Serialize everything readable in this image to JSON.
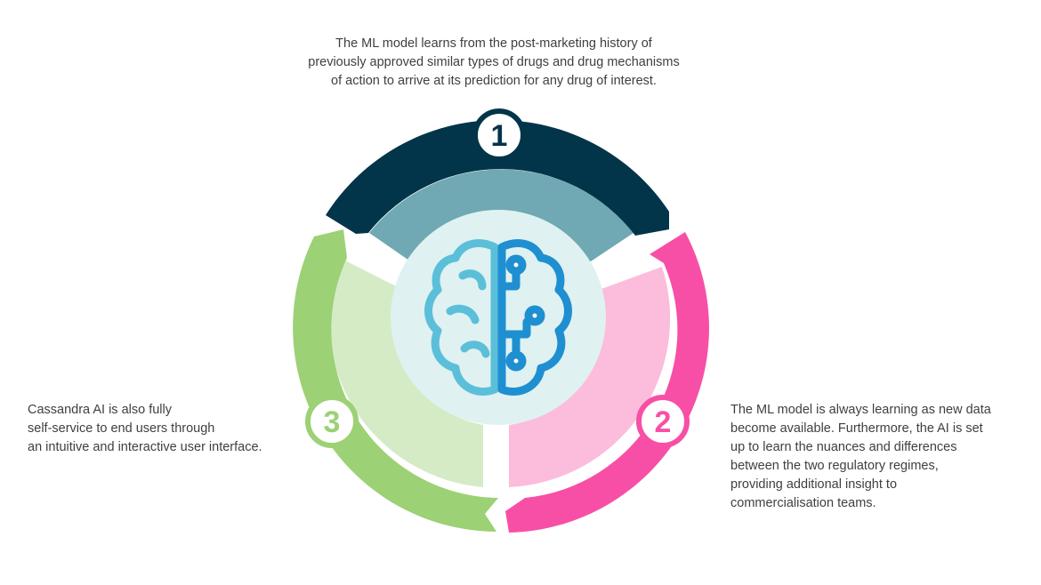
{
  "steps": [
    {
      "number": "1",
      "color": "#023549",
      "inner_color": "#70a9b4",
      "lines": [
        "The ML model learns from the post-marketing history of",
        "previously approved similar types of drugs and drug mechanisms",
        "of action to arrive at its prediction for any drug of interest."
      ]
    },
    {
      "number": "2",
      "color": "#f84fa6",
      "inner_color": "#fcbcdb",
      "lines": [
        "The ML model is always learning as new data",
        "become available. Furthermore, the AI is set",
        "up to learn the nuances and differences",
        "between the  two regulatory regimes,",
        "providing additional insight to",
        "commercialisation teams."
      ]
    },
    {
      "number": "3",
      "color": "#9cd175",
      "inner_color": "#d5ebc6",
      "lines": [
        "Cassandra AI is also fully",
        "self-service to end users through",
        "an intuitive and interactive user interface."
      ]
    }
  ],
  "center": {
    "icon": "brain-circuit-icon",
    "bg_color": "#dff1f1",
    "left_color": "#5bbfd9",
    "right_color": "#1e8fd1"
  }
}
